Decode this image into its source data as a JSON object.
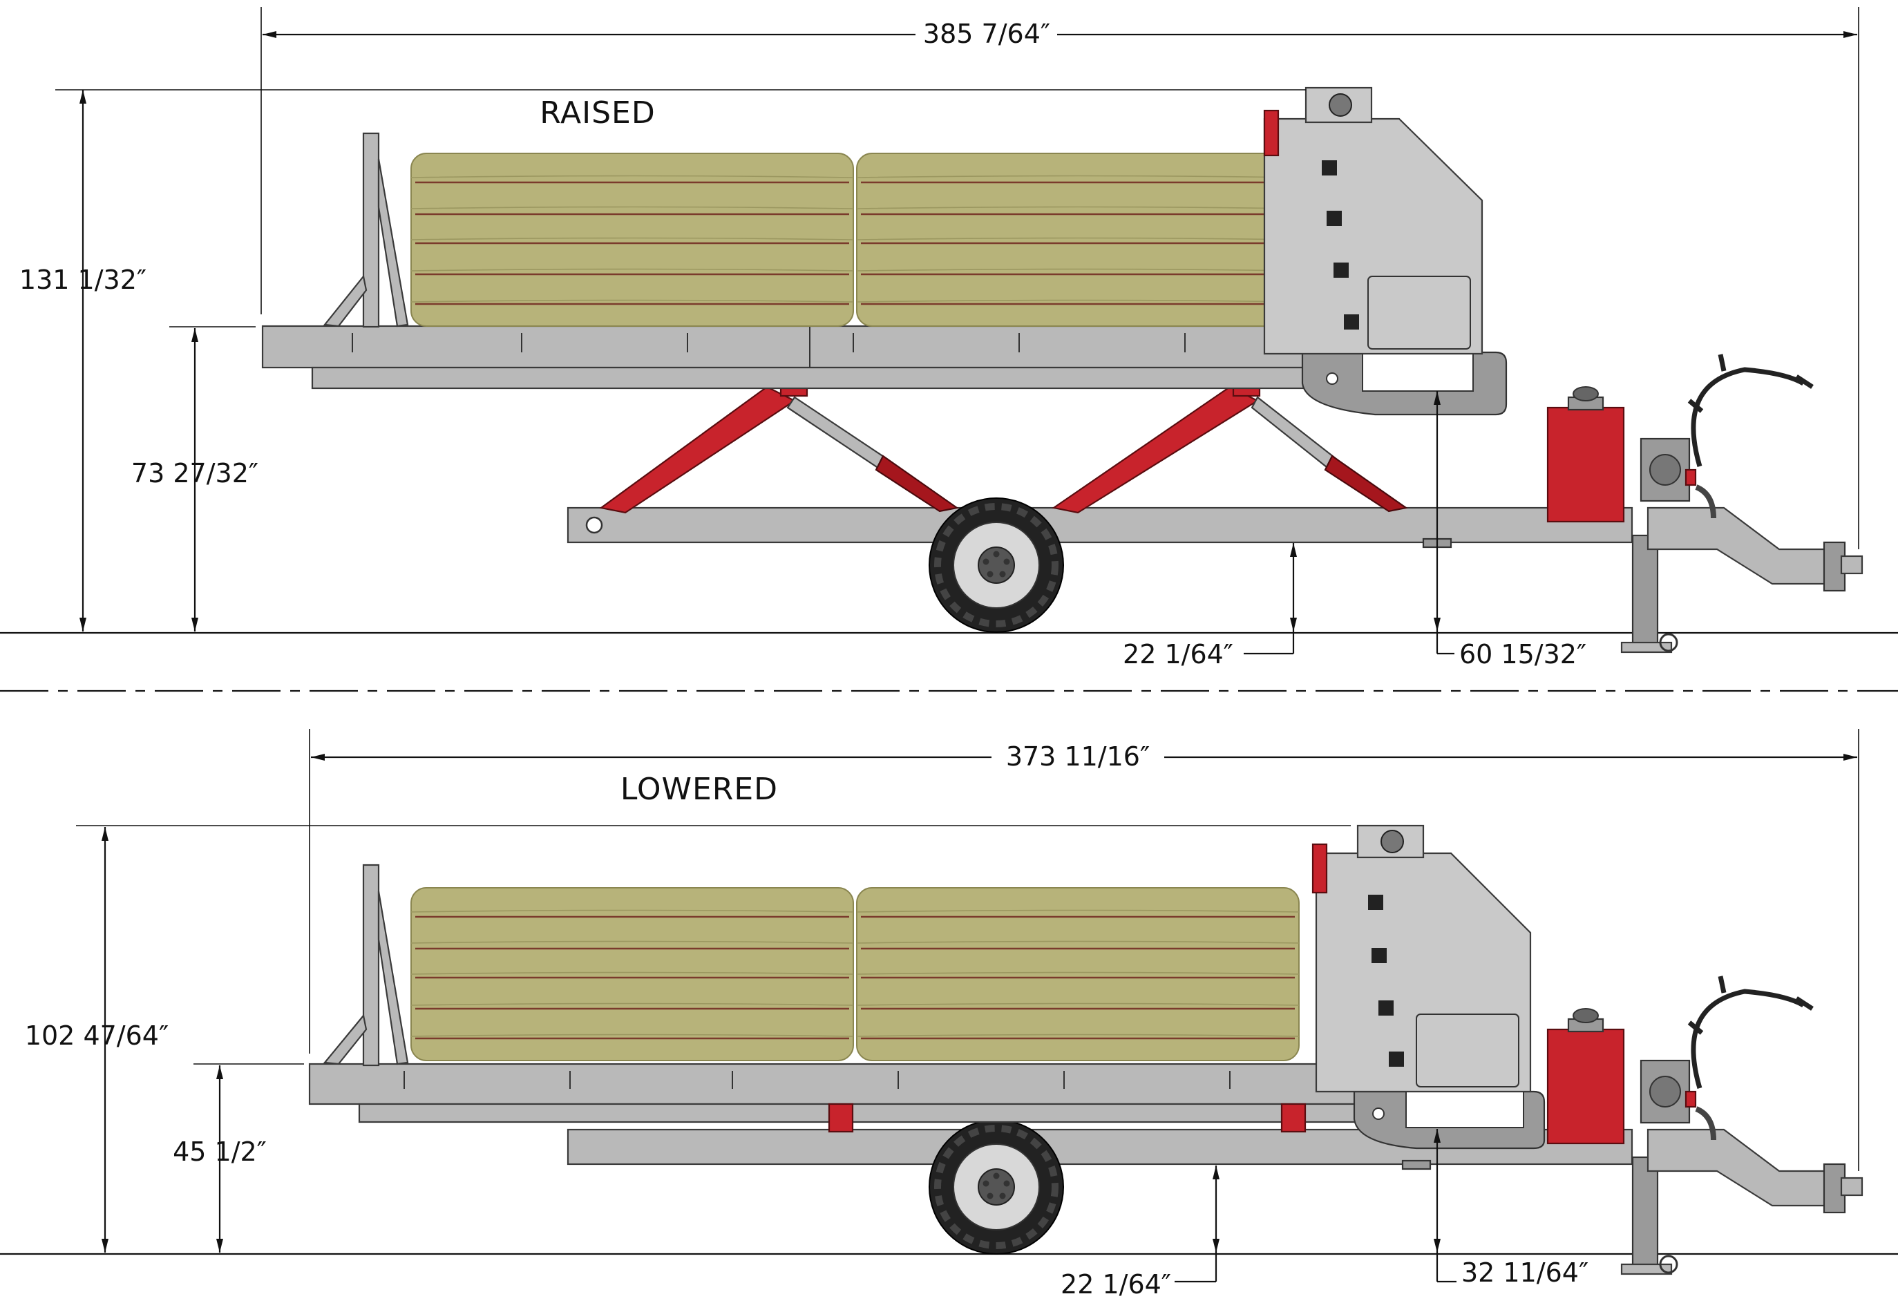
{
  "views": {
    "raised": {
      "label": "RAISED",
      "overall_length": "385 7/64″",
      "overall_height": "131 1/32″",
      "deck_height": "73 27/32″",
      "frame_height": "22 1/64″",
      "hitch_height": "60 15/32″"
    },
    "lowered": {
      "label": "LOWERED",
      "overall_length": "373 11/16″",
      "overall_height": "102 47/64″",
      "deck_height": "45 1/2″",
      "frame_height": "22 1/64″",
      "hitch_height": "32 11/64″"
    }
  },
  "colors": {
    "steel": "#b9b9b9",
    "hydraulic_red": "#c8232c",
    "hay": "#b7b37a",
    "dimension_ink": "#111111"
  }
}
